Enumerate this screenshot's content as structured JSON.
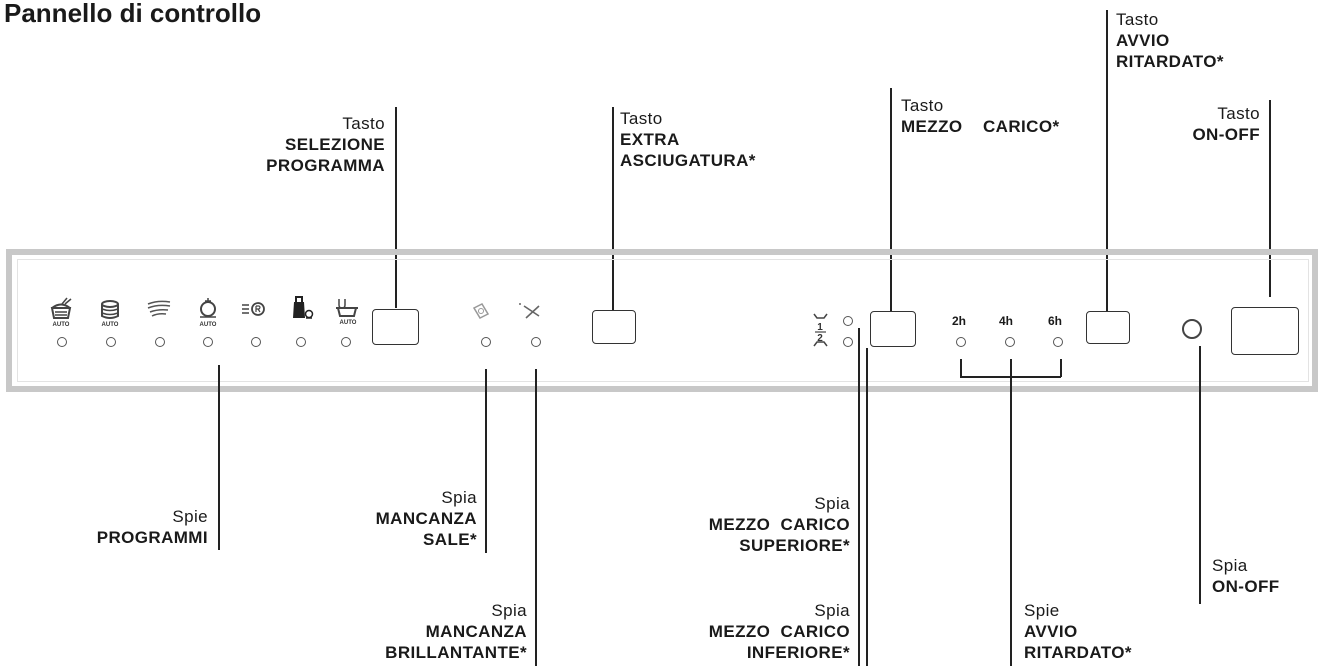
{
  "page_title": "Pannello di controllo",
  "callouts": {
    "selezione": {
      "lead": "Tasto",
      "main": [
        "SELEZIONE",
        "PROGRAMMA"
      ]
    },
    "extra": {
      "lead": "Tasto",
      "main": [
        "EXTRA",
        "ASCIUGATURA*"
      ]
    },
    "mezzo_carico": {
      "lead": "Tasto",
      "main": [
        "MEZZO    CARICO*"
      ]
    },
    "avvio_ritardato": {
      "lead": "Tasto",
      "main": [
        "AVVIO",
        "RITARDATO*"
      ]
    },
    "on_off": {
      "lead": "Tasto",
      "main": [
        "ON-OFF"
      ]
    },
    "programmi": {
      "lead": "Spie",
      "main": [
        "PROGRAMMI"
      ]
    },
    "mancanza_sale": {
      "lead": "Spia",
      "main": [
        "MANCANZA",
        "SALE*"
      ]
    },
    "mancanza_brillantante": {
      "lead": "Spia",
      "main": [
        "MANCANZA",
        "BRILLANTANTE*"
      ]
    },
    "mezzo_carico_superiore": {
      "lead": "Spia",
      "main": [
        "MEZZO  CARICO",
        "SUPERIORE*"
      ]
    },
    "mezzo_carico_inferiore": {
      "lead": "Spia",
      "main": [
        "MEZZO  CARICO",
        "INFERIORE*"
      ]
    },
    "spie_avvio_ritardato": {
      "lead": "Spie",
      "main": [
        "AVVIO",
        "RITARDATO*"
      ]
    },
    "spia_on_off": {
      "lead": "Spia",
      "main": [
        "ON-OFF"
      ]
    }
  },
  "panel": {
    "auto_label": "AUTO",
    "program_icons": [
      "intensive-auto-icon",
      "normal-auto-icon",
      "quick-wash-icon",
      "eco-auto-icon",
      "rinse-icon",
      "baby-care-icon",
      "crystal-auto-icon"
    ],
    "status_icons": [
      "salt-icon",
      "rinse-aid-icon"
    ],
    "half_load_marks": [
      "1",
      "2"
    ],
    "delay_hours": [
      "2h",
      "4h",
      "6h"
    ]
  }
}
